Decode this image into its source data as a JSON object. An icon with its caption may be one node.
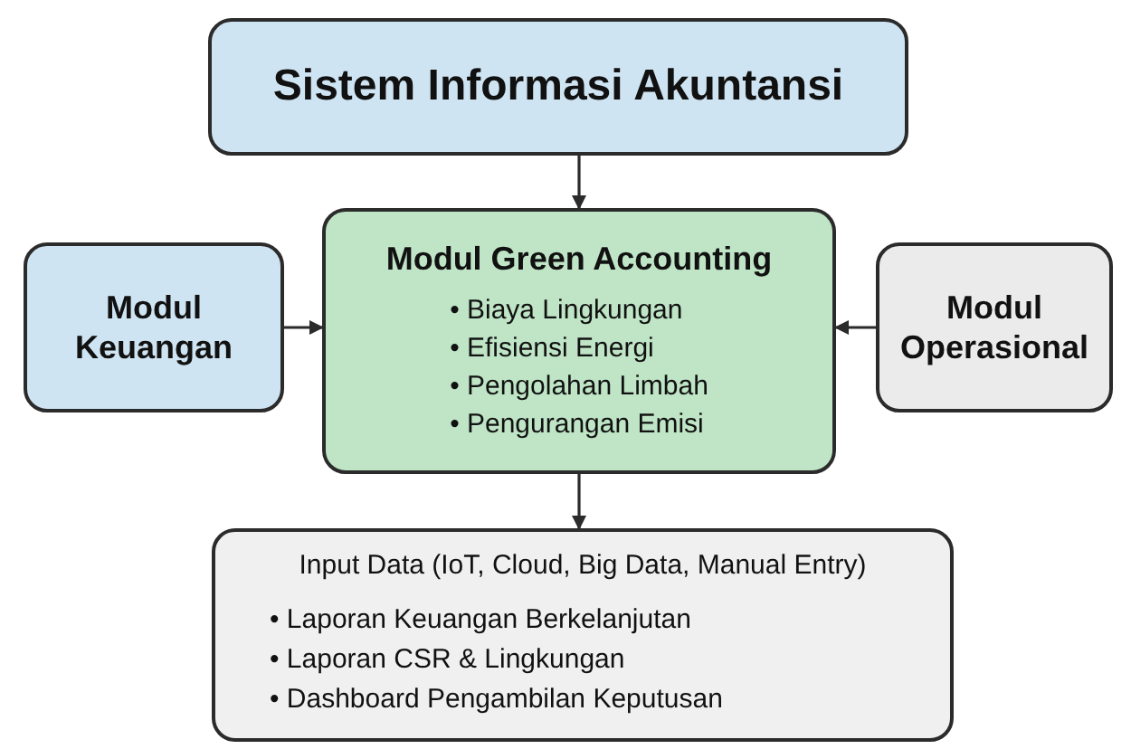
{
  "diagram": {
    "nodes": [
      {
        "text": [
          "Sistem Informasi Akuntansi"
        ]
      },
      {
        "text": [
          "Modul Keuangan"
        ]
      },
      {
        "text": [
          "Modul Green Accounting",
          "• Biaya Lingkungan",
          "• Efisiensi Energi",
          "• Pengolahan Limbah",
          "• Pengurangan Emisi"
        ]
      },
      {
        "text": [
          "Modul Operasional"
        ]
      },
      {
        "text": [
          "Input Data (IoT, Cloud, Big Data, Manual Entry)",
          "• Laporan Keuangan Berkelanjutan",
          "• Laporan CSR & Lingkungan",
          "• Dashboard Pengambilan Keputusan"
        ]
      }
    ],
    "edges": [
      {
        "from": 0,
        "to": 2,
        "arrow": "to"
      },
      {
        "from": 1,
        "to": 2,
        "arrow": "to"
      },
      {
        "from": 3,
        "to": 2,
        "arrow": "to"
      },
      {
        "from": 2,
        "to": 4,
        "arrow": "to"
      }
    ]
  }
}
